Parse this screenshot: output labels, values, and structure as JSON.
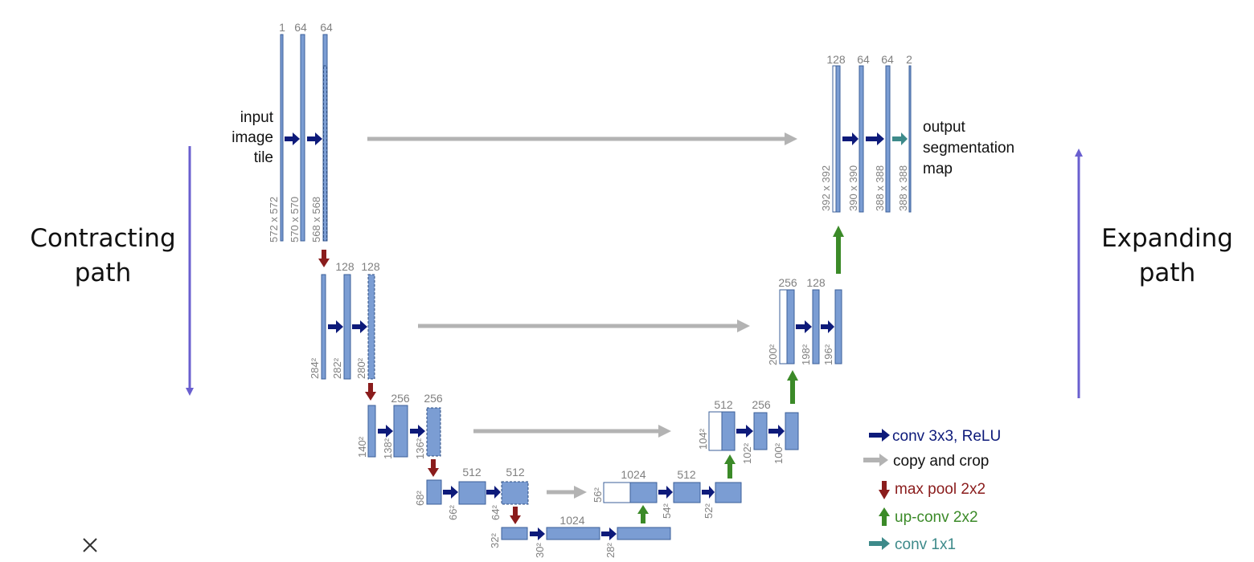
{
  "labels": {
    "input": [
      "input",
      "image",
      "tile"
    ],
    "output": [
      "output",
      "segmentation",
      "map"
    ],
    "contracting": [
      "Contracting",
      "path"
    ],
    "expanding": [
      "Expanding",
      "path"
    ]
  },
  "channels": {
    "l1": [
      "1",
      "64",
      "64"
    ],
    "l2": [
      "128",
      "128"
    ],
    "l3": [
      "256",
      "256"
    ],
    "l4": [
      "512",
      "512"
    ],
    "bottom": "1024",
    "u4": [
      "1024",
      "512"
    ],
    "u3": [
      "512",
      "256"
    ],
    "u2": [
      "256",
      "128"
    ],
    "u1": [
      "128",
      "64",
      "64",
      "2"
    ]
  },
  "sizes": {
    "l1": [
      "572 x 572",
      "570 x 570",
      "568 x 568"
    ],
    "l2": [
      "284²",
      "282²",
      "280²"
    ],
    "l3": [
      "140²",
      "138²",
      "136²"
    ],
    "l4": [
      "68²",
      "66²",
      "64²"
    ],
    "bottom": [
      "32²",
      "30²",
      "28²"
    ],
    "u4": [
      "56²",
      "54²",
      "52²"
    ],
    "u3": [
      "104²",
      "102²",
      "100²"
    ],
    "u2": [
      "200²",
      "198²",
      "196²"
    ],
    "u1": [
      "392 x 392",
      "390 x 390",
      "388 x 388",
      "388 x 388"
    ]
  },
  "legend": [
    {
      "label": "conv 3x3, ReLU",
      "color": "#0d1a7a"
    },
    {
      "label": "copy and crop",
      "color": "#111111",
      "arrow_color": "#b3b3b3"
    },
    {
      "label": "max pool 2x2",
      "color": "#8a1c1c"
    },
    {
      "label": "up-conv 2x2",
      "color": "#3b8a28"
    },
    {
      "label": "conv 1x1",
      "color": "#3d8a8a"
    }
  ],
  "colors": {
    "conv": "#0d1a7a",
    "copy": "#b3b3b3",
    "pool": "#8a1c1c",
    "upconv": "#3b8a28",
    "conv1x1": "#3d8a8a",
    "path_arrow": "#6a5fcf"
  }
}
